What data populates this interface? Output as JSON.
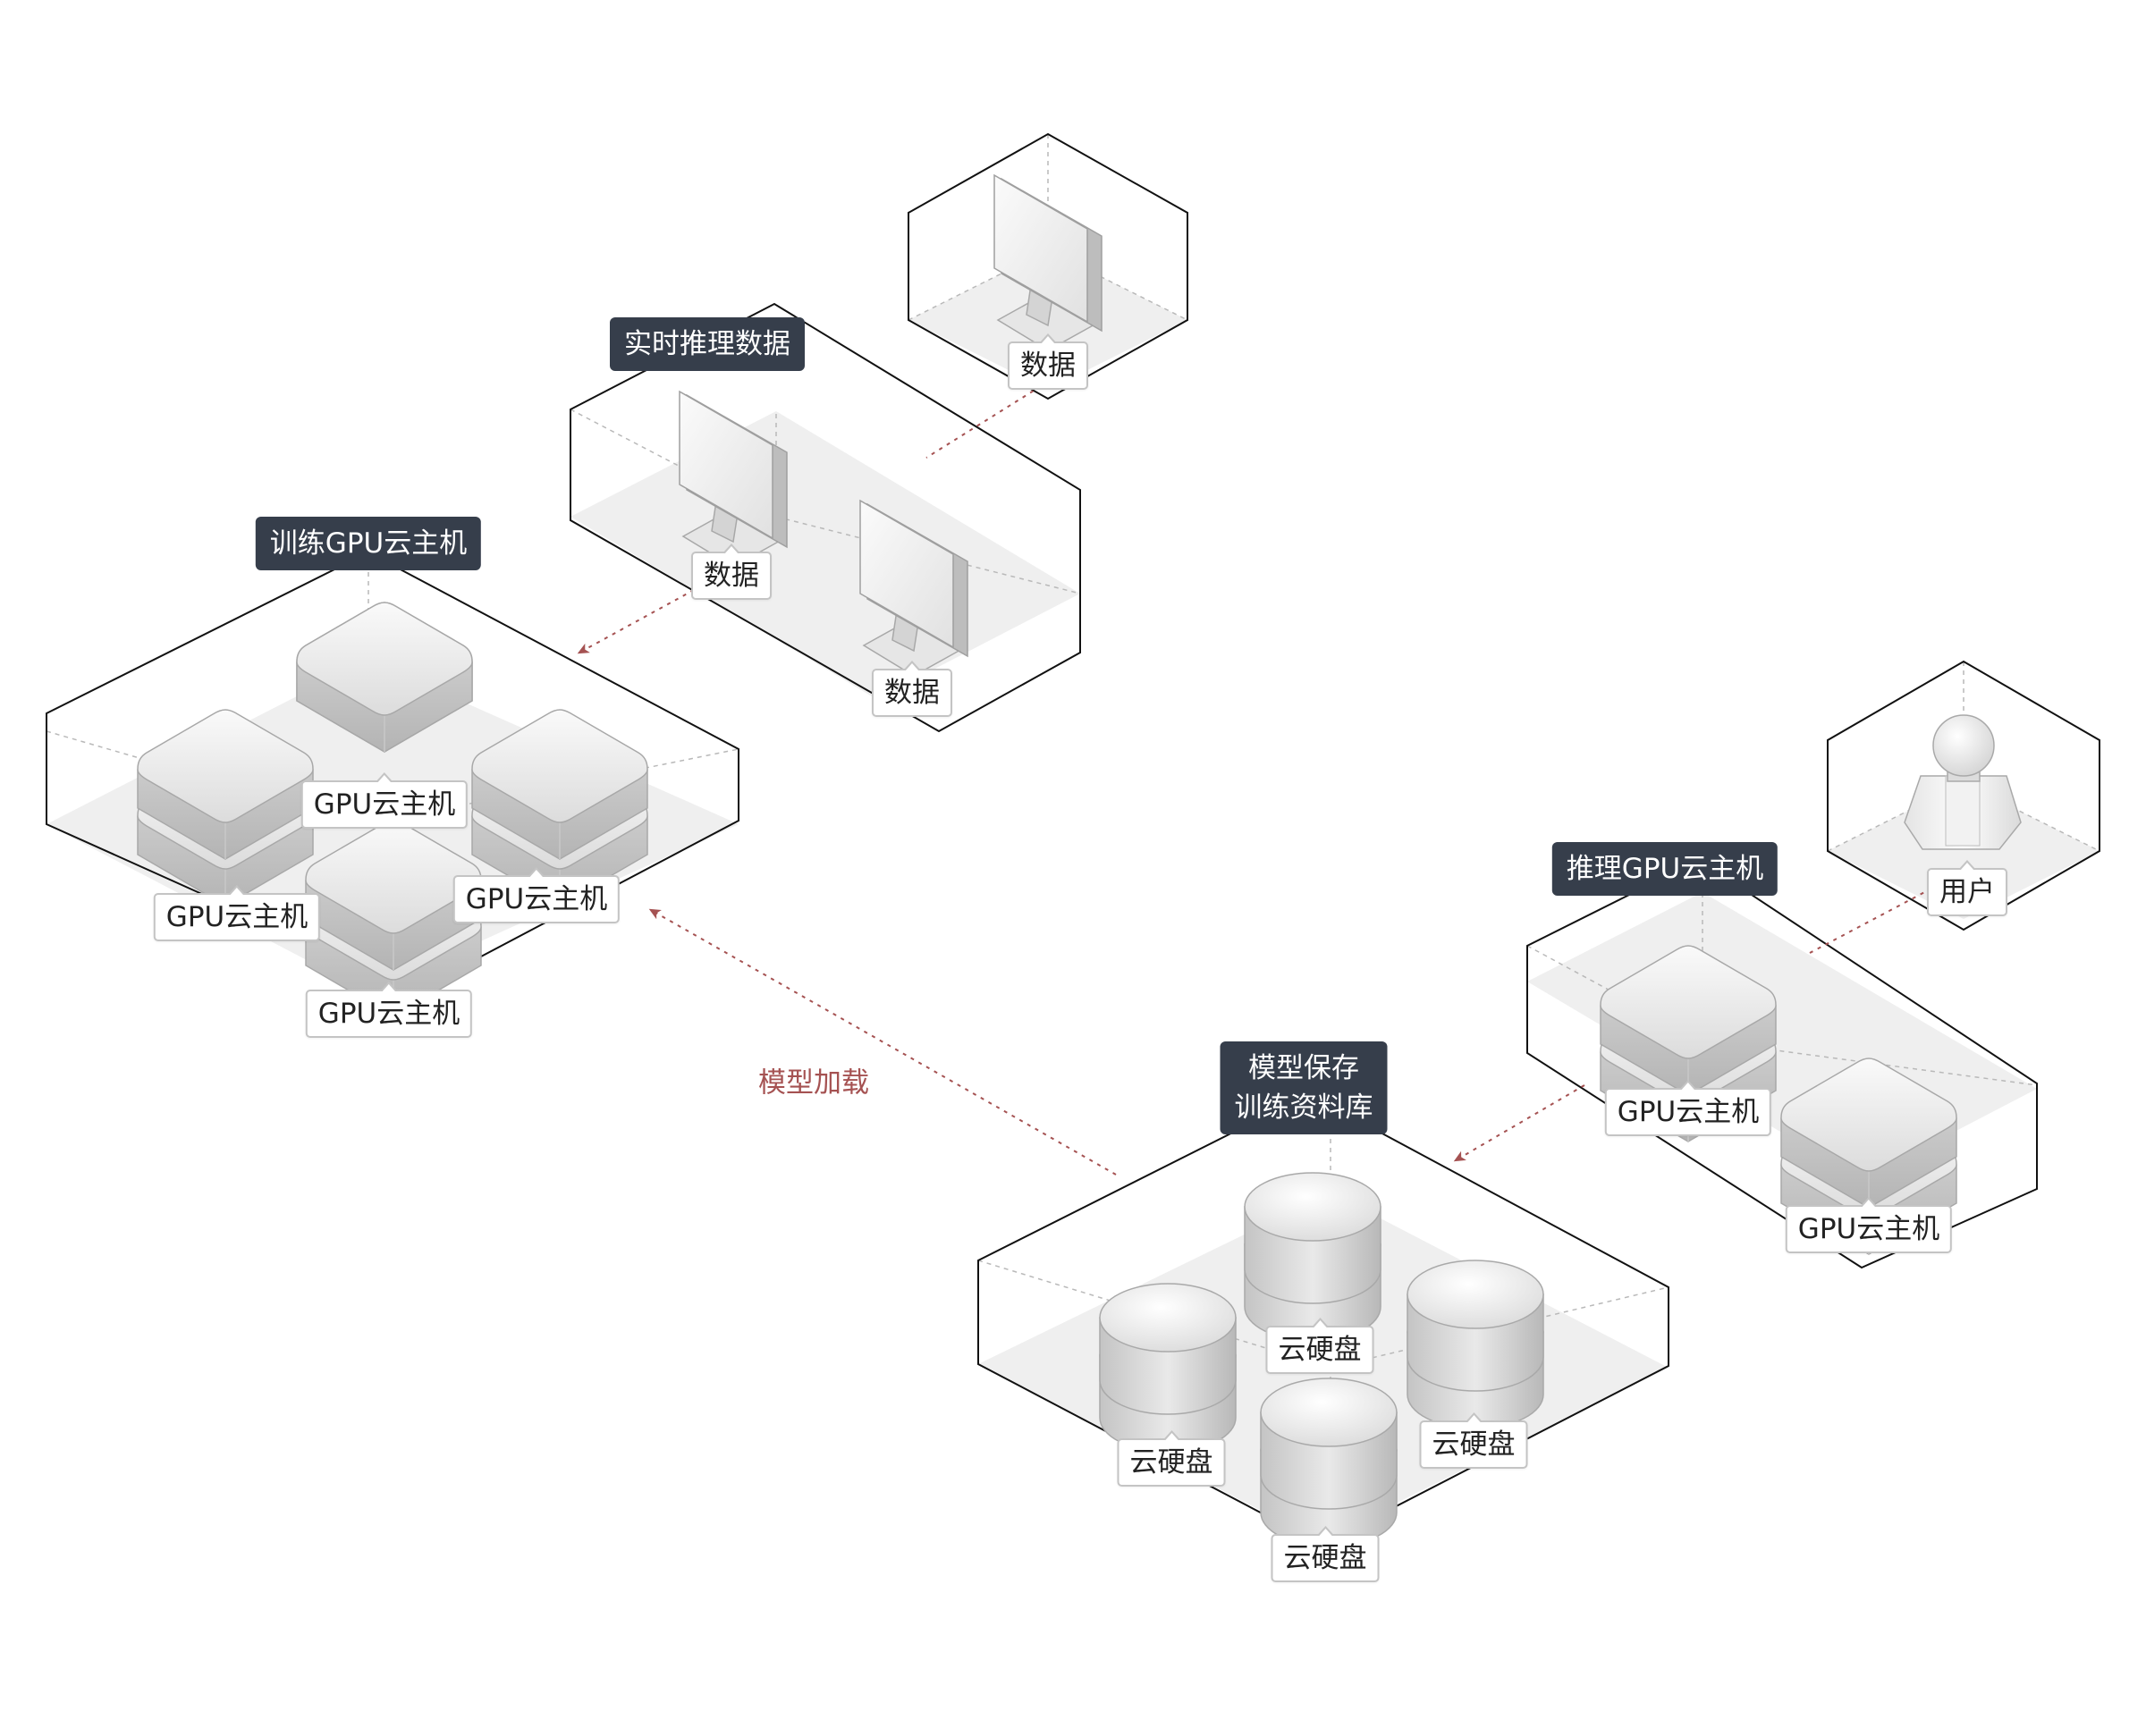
{
  "zones": {
    "data_source": {
      "title": "",
      "device_label": "数据"
    },
    "realtime": {
      "title": "实时推理数据",
      "device_labels": [
        "数据",
        "数据"
      ]
    },
    "training": {
      "title": "训练GPU云主机",
      "server_labels": [
        "GPU云主机",
        "GPU云主机",
        "GPU云主机",
        "GPU云主机"
      ]
    },
    "storage": {
      "title_line1": "模型保存",
      "title_line2": "训练资料库",
      "disk_labels": [
        "云硬盘",
        "云硬盘",
        "云硬盘",
        "云硬盘"
      ]
    },
    "inference": {
      "title": "推理GPU云主机",
      "server_labels": [
        "GPU云主机",
        "GPU云主机"
      ]
    },
    "user": {
      "title": "",
      "user_label": "用户"
    }
  },
  "edges": {
    "model_load_label": "模型加载"
  },
  "colors": {
    "title_bg": "#363e4b",
    "edge": "#a55252",
    "box_line": "#111111",
    "floor": "#eeeeee"
  },
  "icons": [
    "monitor-icon",
    "server-icon",
    "cloud-disk-icon",
    "user-icon"
  ]
}
